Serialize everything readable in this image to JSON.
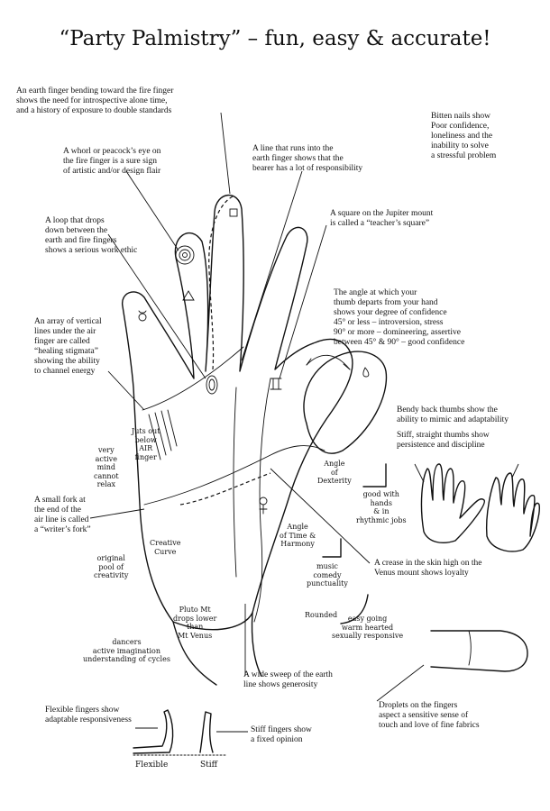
{
  "title": "“Party Palmistry” – fun, easy & accurate!",
  "notes": {
    "earth_finger_bending": "An earth finger bending toward the fire finger\nshows the need for introspective alone time,\nand a history of exposure to double standards",
    "bitten_nails": "Bitten nails show\nPoor confidence,\nloneliness and the\ninability to solve\na stressful problem",
    "whorl": "A whorl or peacock’s eye on\nthe fire finger is a sure sign\nof artistic and/or design flair",
    "line_into_earth": "A line that runs into the\nearth finger shows that the\nbearer has a lot of responsibility",
    "square_jupiter": "A square on the Jupiter mount\nis called a “teacher’s square”",
    "loop": "A loop that drops\ndown between the\nearth and fire fingers\nshows a serious work ethic",
    "thumb_angle": "The angle at which your\nthumb departs from your hand\nshows your degree of confidence\n45° or less – introversion, stress\n90° or more – domineering, assertive\nbetween 45° & 90° – good confidence",
    "healing_stigmata": "An array of vertical\nlines under the air\nfinger are called\n“healing stigmata”\nshowing the ability\nto channel energy",
    "bendy_thumbs": "Bendy back thumbs show the\nability to mimic and adaptability",
    "stiff_thumbs": "Stiff,  straight thumbs show\npersistence and discipline",
    "writers_fork": "A small fork at\nthe end of the\nair line is called\na “writer’s fork”",
    "venus_crease": "A crease in the skin high on the\nVenus mount shows loyalty",
    "earth_line_sweep": "A wide sweep of the earth\nline shows generosity",
    "flexible_fingers": "Flexible fingers show\nadaptable responsiveness",
    "stiff_fingers": "Stiff fingers show\na fixed opinion",
    "droplets": "Droplets on the fingers\naspect a sensitive sense of\ntouch and love of fine fabrics"
  },
  "hand_labels": {
    "juts_out": "Juts out\nbelow\nAIR\nfinger",
    "very_active": "very\nactive\nmind\ncannot\nrelax",
    "angle_dexterity": "Angle\nof\nDexterity",
    "good_hands": "good with\nhands\n& in\nrhythmic jobs",
    "creative_curve": "Creative\nCurve",
    "original_pool": "original\npool of\ncreativity",
    "angle_time": "Angle\nof Time &\nHarmony",
    "music": "music\ncomedy\npunctuality",
    "rounded": "Rounded",
    "easy_going": "easy going\nwarm hearted\nsexually responsive",
    "pluto": "Pluto Mt\ndrops lower\nthan\nMt Venus",
    "dancers": "dancers\nactive imagination\nunderstanding of cycles",
    "flexible": "Flexible",
    "stiff": "Stiff"
  },
  "icons": [
    "venus-symbol-icon",
    "gemini-symbol-icon",
    "mercury-symbol-icon",
    "triangle-icon",
    "square-icon",
    "whorl-icon"
  ]
}
